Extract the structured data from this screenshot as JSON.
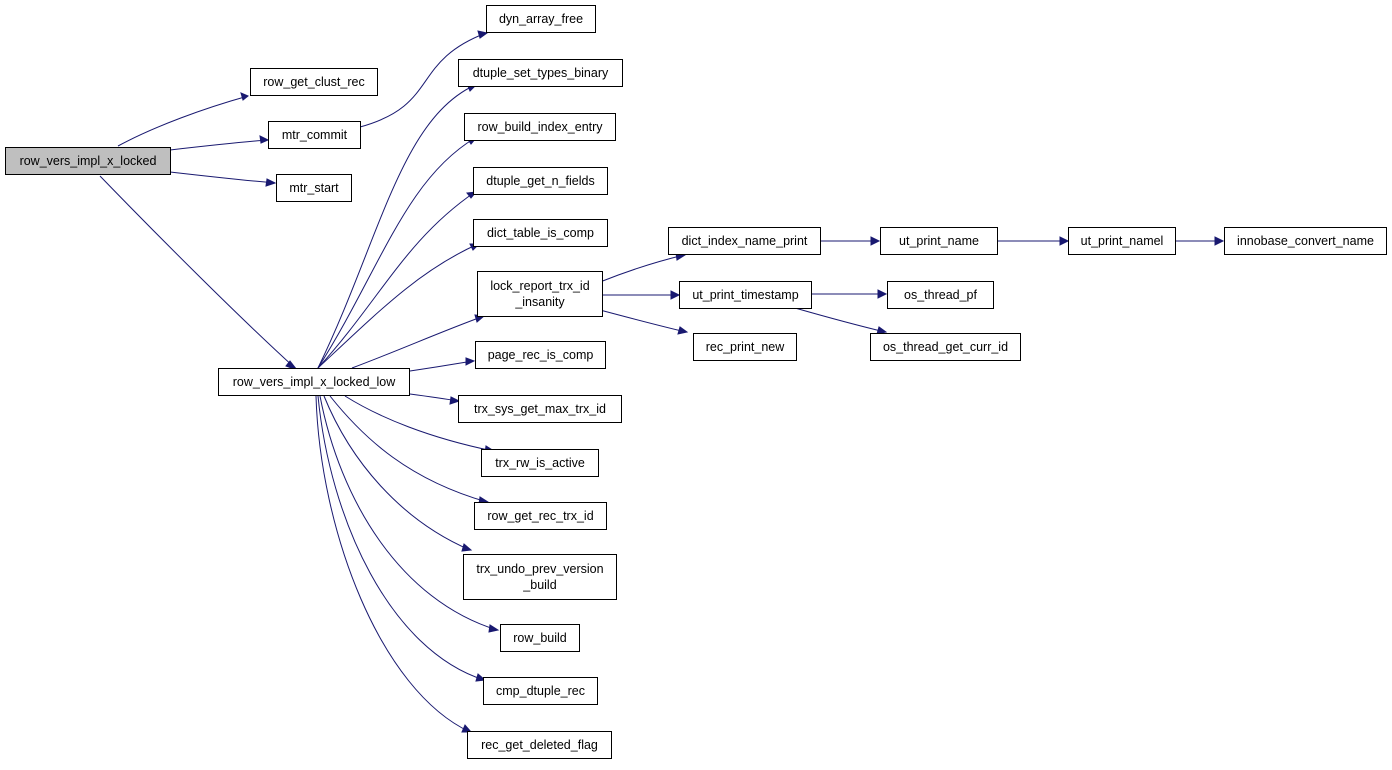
{
  "colors": {
    "edge": "#191970",
    "root_fill": "#bfbfbf",
    "node_fill": "#ffffff",
    "border": "#000000"
  },
  "nodes": {
    "root": "row_vers_impl_x_locked",
    "row_get_clust_rec": "row_get_clust_rec",
    "mtr_commit": "mtr_commit",
    "mtr_start": "mtr_start",
    "low": "row_vers_impl_x_locked_low",
    "dyn_array_free": "dyn_array_free",
    "dtuple_set_types_binary": "dtuple_set_types_binary",
    "row_build_index_entry": "row_build_index_entry",
    "dtuple_get_n_fields": "dtuple_get_n_fields",
    "dict_table_is_comp": "dict_table_is_comp",
    "lock_report": "lock_report_trx_id\n_insanity",
    "page_rec_is_comp": "page_rec_is_comp",
    "trx_sys_get_max_trx_id": "trx_sys_get_max_trx_id",
    "trx_rw_is_active": "trx_rw_is_active",
    "row_get_rec_trx_id": "row_get_rec_trx_id",
    "trx_undo_prev": "trx_undo_prev_version\n_build",
    "row_build": "row_build",
    "cmp_dtuple_rec": "cmp_dtuple_rec",
    "rec_get_deleted_flag": "rec_get_deleted_flag",
    "dict_index_name_print": "dict_index_name_print",
    "ut_print_timestamp": "ut_print_timestamp",
    "rec_print_new": "rec_print_new",
    "ut_print_name": "ut_print_name",
    "os_thread_pf": "os_thread_pf",
    "os_thread_get_curr_id": "os_thread_get_curr_id",
    "ut_print_namel": "ut_print_namel",
    "innobase_convert_name": "innobase_convert_name"
  }
}
